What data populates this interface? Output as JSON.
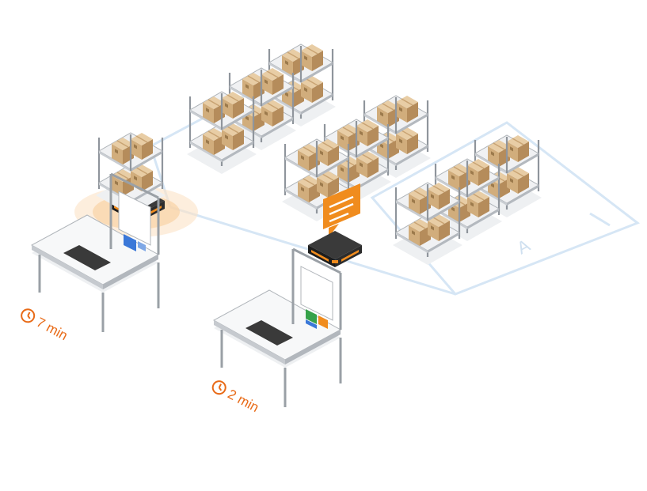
{
  "zone": {
    "label": "A"
  },
  "stations": [
    {
      "time_label": "7 min"
    },
    {
      "time_label": "2 min"
    }
  ],
  "colors": {
    "accent_orange": "#f08c1e",
    "label_orange": "#e86a17",
    "robot_dark": "#2a2a2a",
    "floor_line": "#d6e6f5",
    "rack_metal": "#8f959c",
    "box_light": "#e5c9a0",
    "box_mid": "#d1ad7c",
    "box_dark": "#b58c5b"
  },
  "icons": [
    "clock-icon",
    "message-bubble-icon"
  ]
}
